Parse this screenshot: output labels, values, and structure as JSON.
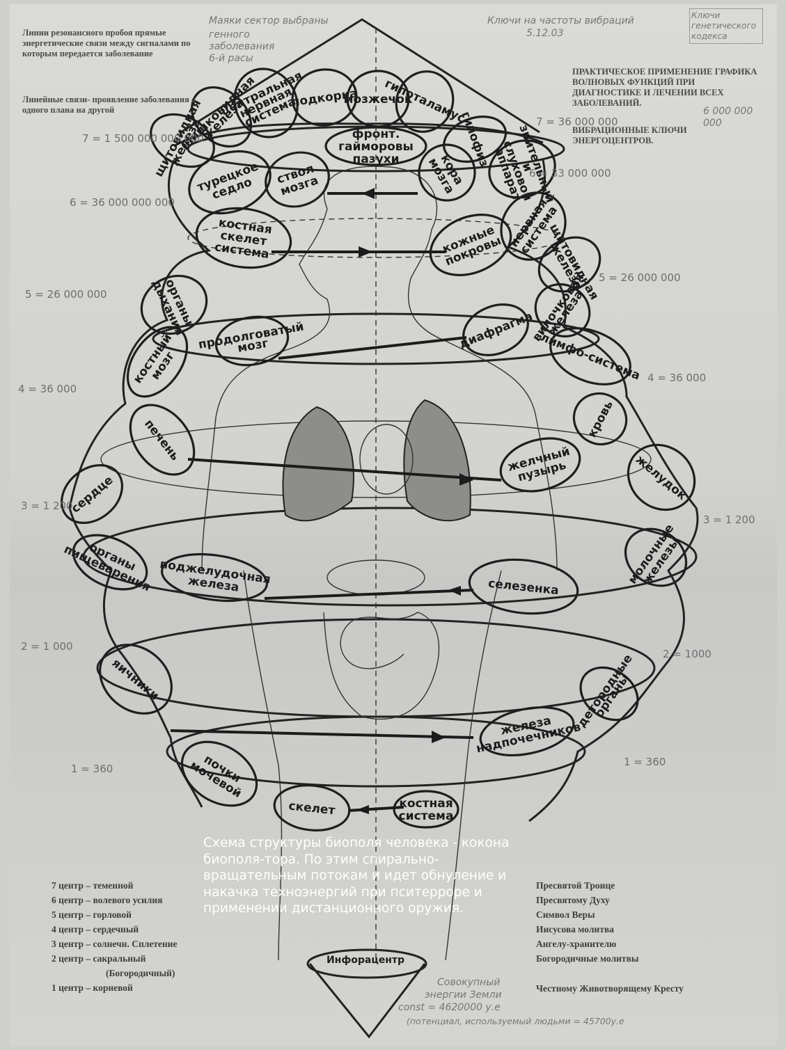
{
  "notes": {
    "top_left_1": "Линии резонансного пробоя прямые энергетические связи между сигналами по которым передается заболевание",
    "top_left_2": "Линейные связи- проявление заболевания с одного плана на другой",
    "top_right_1": "ПРАКТИЧЕСКОЕ ПРИМЕНЕНИЕ ГРАФИКА ВОЛНОВЫХ ФУНКЦИЙ ПРИ ДИАГНОСТИКЕ И ЛЕЧЕНИИ ВСЕХ ЗАБОЛЕВАНИЙ.",
    "top_right_2": "ВИБРАЦИОННЫЕ КЛЮЧИ ЭНЕРГОЦЕНТРОВ."
  },
  "handwritten": {
    "top_center": "Маяки сектор выбраны",
    "top_center_2": "генного заболевания 6-й расы",
    "top_right": "Ключи на частоты вибраций",
    "top_right_date": "5.12.03",
    "top_right_box": "Ключи генетического кодекса",
    "top_right_numbers": "6 000 000 000"
  },
  "levels": [
    {
      "left": "7 = 1 500 000 000 000",
      "right": "7 = 36 000 000"
    },
    {
      "left": "6 = 36 000 000 000",
      "right": "6 = 33 000 000"
    },
    {
      "left": "5 = 26 000 000",
      "right": "5 = 26 000 000"
    },
    {
      "left": "4 = 36 000",
      "right": "4 = 36 000"
    },
    {
      "left": "3 = 1 200",
      "right": "3 = 1 200"
    },
    {
      "left": "2 = 1 000",
      "right": "2 = 1000"
    },
    {
      "left": "1 = 360",
      "right": "1 = 360"
    }
  ],
  "organs": [
    {
      "label": "щитовидная железа"
    },
    {
      "label": "шишковидная железа"
    },
    {
      "label": "центральная нервная система"
    },
    {
      "label": "подкорка"
    },
    {
      "label": "мозжечок"
    },
    {
      "label": "гипоталамус"
    },
    {
      "label": "гипофиз"
    },
    {
      "label": "фронт. гайморовы пазухи"
    },
    {
      "label": "турецкое седло"
    },
    {
      "label": "ствол мозга"
    },
    {
      "label": "кора мозга"
    },
    {
      "label": "зрительный и слуховой аппарат"
    },
    {
      "label": "костная скелет система"
    },
    {
      "label": "кожные покровы"
    },
    {
      "label": "нервная система"
    },
    {
      "label": "щитовидная железа"
    },
    {
      "label": "органы дыхания"
    },
    {
      "label": "продолговатый мозг"
    },
    {
      "label": "диафрагма"
    },
    {
      "label": "вилочковая железа"
    },
    {
      "label": "лимфо-система"
    },
    {
      "label": "костный мозг"
    },
    {
      "label": "кровь"
    },
    {
      "label": "печень"
    },
    {
      "label": "сердце"
    },
    {
      "label": "желчный пузырь"
    },
    {
      "label": "желудок"
    },
    {
      "label": "органы пищеварения"
    },
    {
      "label": "поджелудочная железа"
    },
    {
      "label": "селезенка"
    },
    {
      "label": "молочные железы"
    },
    {
      "label": "яичники"
    },
    {
      "label": "детородные органы"
    },
    {
      "label": "железа надпочечников"
    },
    {
      "label": "почки мочевой"
    },
    {
      "label": "скелет"
    },
    {
      "label": "костная система"
    }
  ],
  "caption": "Схема структуры биополя человека - кокона биополя-тора. По этим спирально-вращательным потокам и идет обнуление и накачка техноэнергий при пситерроре и применении дистанционного оружия.",
  "centers": [
    "7 центр – теменной",
    "6 центр – волевого усилия",
    "5 центр – горловой",
    "4 центр – сердечный",
    "3 центр – солнечн. Сплетение",
    "2 центр – сакральный",
    "(Богородичный)",
    "1 центр – корневой"
  ],
  "prayers": [
    "Пресвятой Троице",
    "Пресвятому Духу",
    "Символ Веры",
    "Иисусова молитва",
    "Ангелу-хранителю",
    "Богородичные молитвы",
    "Честному Животворящему Кресту"
  ],
  "infocenter": "Инфорацентр",
  "bottom_notes": {
    "line1": "Совокупный",
    "line2": "энергии Земли",
    "line3": "const = 4620000 у.е",
    "line4": "(потенциал, используемый людьми = 45700у.е"
  },
  "colors": {
    "ink": "#1e1e1e",
    "paper": "#d4d4d0",
    "caption": "#ffffff"
  }
}
